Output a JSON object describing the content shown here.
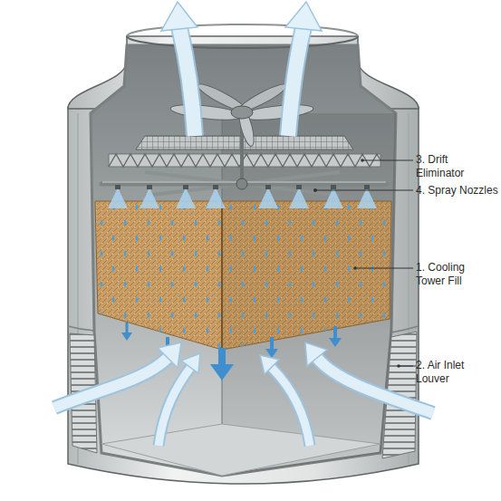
{
  "diagram": {
    "labels": [
      "3. Drift Eliminator",
      "4. Spray Nozzles",
      "1. Cooling Tower Fill",
      "2. Air Inlet Louver"
    ]
  }
}
